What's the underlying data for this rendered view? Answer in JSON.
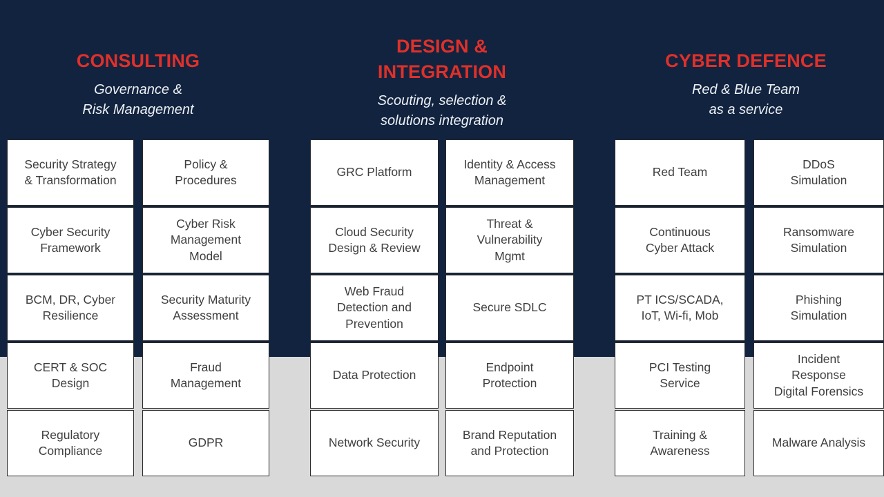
{
  "slide": {
    "background_top": "#11233f",
    "background_bottom": "#d9d9d9",
    "accent_red": "#e0302a",
    "card_text_color": "#3f3f3f"
  },
  "columns": [
    {
      "title": "CONSULTING",
      "subtitle": "Governance &\nRisk Management",
      "cards": [
        "Security Strategy\n& Transformation",
        "Policy &\nProcedures",
        "Cyber Security\nFramework",
        "Cyber Risk\nManagement\nModel",
        "BCM, DR, Cyber\nResilience",
        "Security Maturity\nAssessment",
        "CERT & SOC\nDesign",
        "Fraud\nManagement",
        "Regulatory\nCompliance",
        "GDPR"
      ]
    },
    {
      "title": "DESIGN &\nINTEGRATION",
      "subtitle": "Scouting, selection &\nsolutions integration",
      "cards": [
        "GRC Platform",
        "Identity & Access\nManagement",
        "Cloud Security\nDesign & Review",
        "Threat &\nVulnerability\nMgmt",
        "Web Fraud\nDetection and\nPrevention",
        "Secure SDLC",
        "Data Protection",
        "Endpoint\nProtection",
        "Network Security",
        "Brand Reputation\nand Protection"
      ]
    },
    {
      "title": "CYBER DEFENCE",
      "subtitle": "Red & Blue Team\nas a service",
      "cards": [
        "Red Team",
        "DDoS\nSimulation",
        "Continuous\nCyber Attack",
        "Ransomware\nSimulation",
        "PT ICS/SCADA,\nIoT, Wi-fi, Mob",
        "Phishing\nSimulation",
        "PCI Testing\nService",
        "Incident\nResponse\nDigital Forensics",
        "Training &\nAwareness",
        "Malware Analysis"
      ]
    }
  ]
}
